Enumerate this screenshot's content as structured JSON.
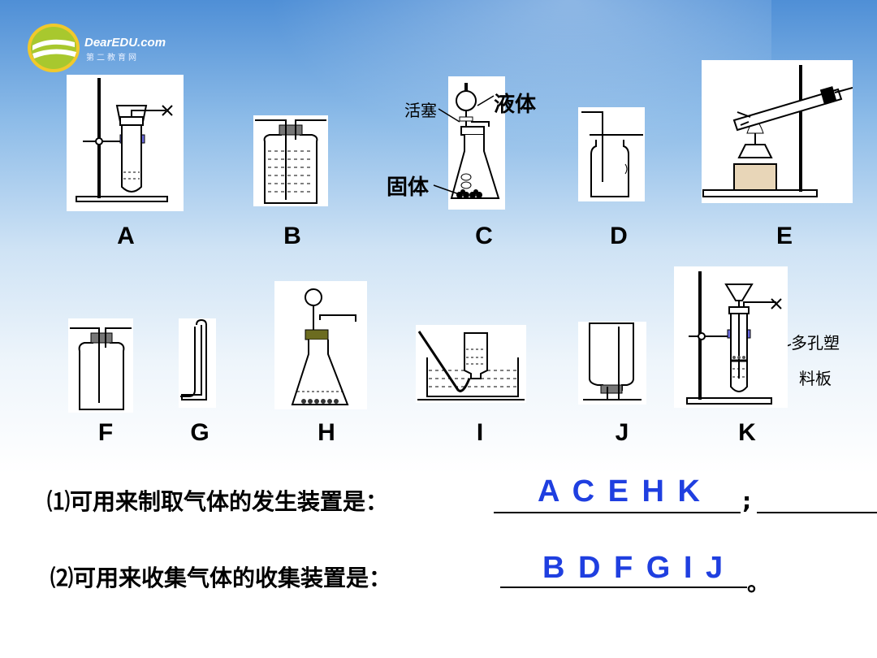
{
  "logo": {
    "name": "DearEDU.com",
    "sub": "第二教育网"
  },
  "apparatus_labels": [
    "A",
    "B",
    "C",
    "D",
    "E",
    "F",
    "G",
    "H",
    "I",
    "J",
    "K"
  ],
  "annotations": {
    "c_stopcock": "活塞",
    "c_liquid": "液体",
    "c_solid": "固体",
    "k_plate_line1": "多孔塑",
    "k_plate_line2": "料板"
  },
  "questions": [
    {
      "text": "⑴可用来制取气体的发生装置是：",
      "answer": "A C E H K",
      "end": ";"
    },
    {
      "text": "⑵可用来收集气体的收集装置是：",
      "answer": "B D F G I J",
      "end": "。"
    }
  ],
  "colors": {
    "answer": "#1f3fe0"
  }
}
